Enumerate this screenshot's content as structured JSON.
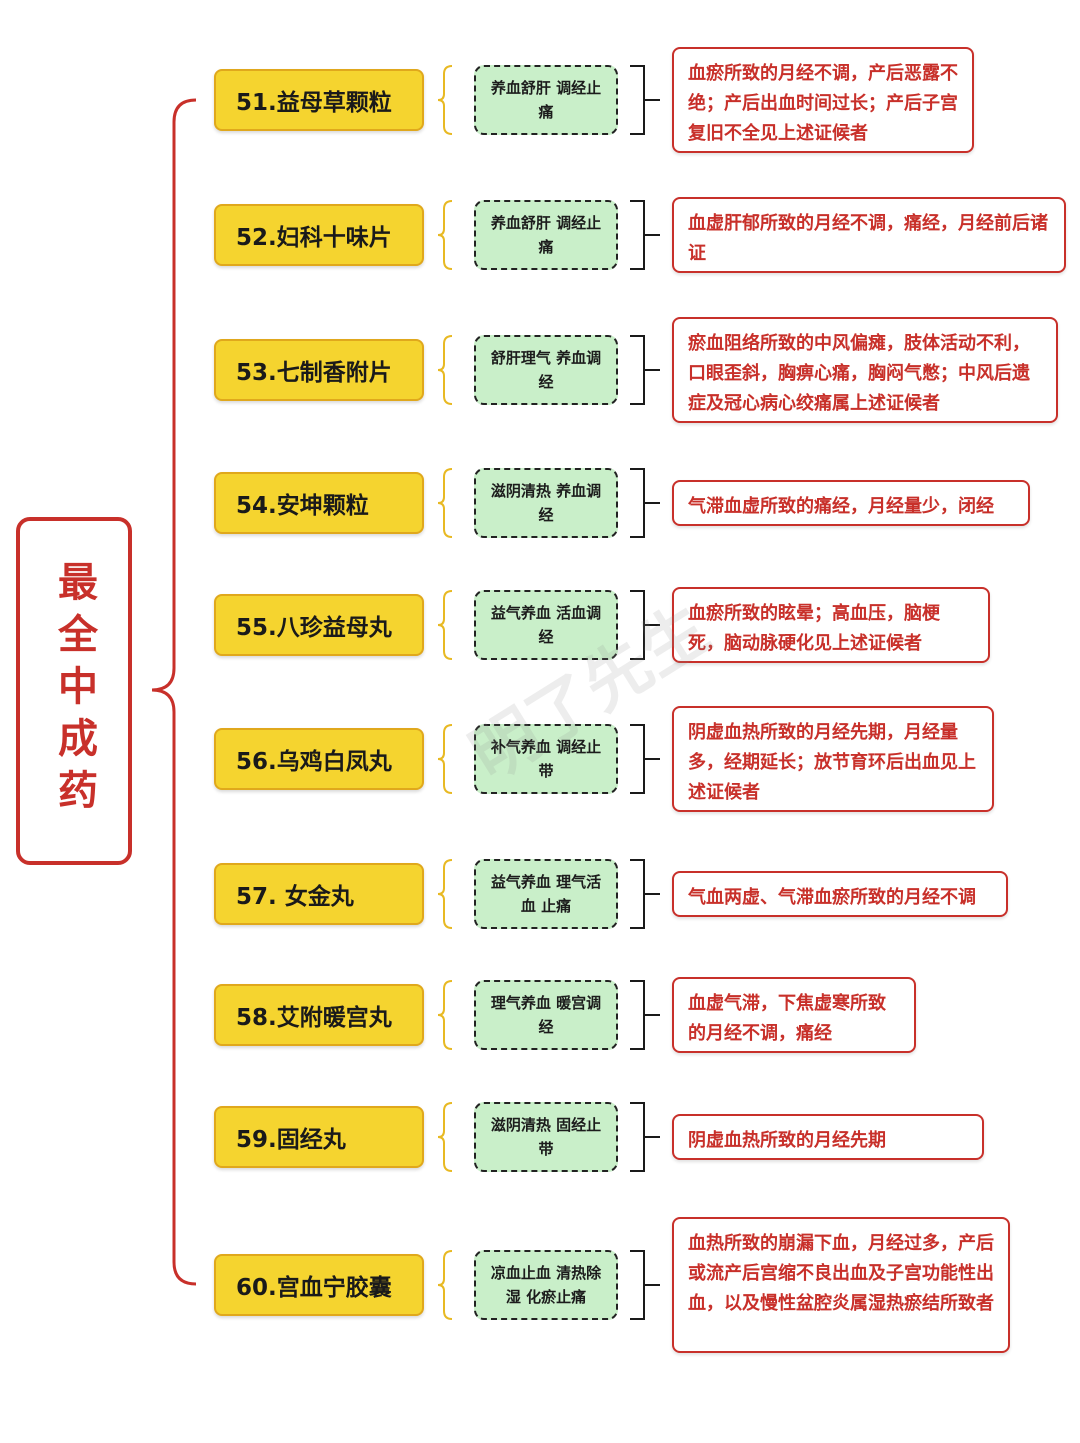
{
  "root": {
    "title": "最全中成药"
  },
  "items": [
    {
      "name": "51.益母草颗粒",
      "effect": "养血舒肝 调经止痛",
      "indication": "血瘀所致的月经不调，产后恶露不绝；产后出血时间过长；产后子宫复旧不全见上述证候者"
    },
    {
      "name": "52.妇科十味片",
      "effect": "养血舒肝 调经止痛",
      "indication": "血虚肝郁所致的月经不调，痛经，月经前后诸证"
    },
    {
      "name": "53.七制香附片",
      "effect": "舒肝理气 养血调经",
      "indication": "瘀血阻络所致的中风偏瘫，肢体活动不利，口眼歪斜，胸痹心痛，胸闷气憋；中风后遗症及冠心病心绞痛属上述证候者"
    },
    {
      "name": "54.安坤颗粒",
      "effect": "滋阴清热 养血调经",
      "indication": "气滞血虚所致的痛经，月经量少，闭经"
    },
    {
      "name": "55.八珍益母丸",
      "effect": "益气养血 活血调经",
      "indication": "血瘀所致的眩晕；高血压，脑梗死，脑动脉硬化见上述证候者"
    },
    {
      "name": "56.乌鸡白凤丸",
      "effect": "补气养血 调经止带",
      "indication": "阴虚血热所致的月经先期，月经量多，经期延长；放节育环后出血见上述证候者"
    },
    {
      "name": "57. 女金丸",
      "effect": "益气养血 理气活血 止痛",
      "indication": "气血两虚、气滞血瘀所致的月经不调"
    },
    {
      "name": "58.艾附暖宫丸",
      "effect": "理气养血 暖宫调经",
      "indication": "血虚气滞，下焦虚寒所致的月经不调，痛经"
    },
    {
      "name": "59.固经丸",
      "effect": "滋阴清热 固经止带",
      "indication": "阴虚血热所致的月经先期"
    },
    {
      "name": "60.宫血宁胶囊",
      "effect": "凉血止血 清热除湿 化瘀止痛",
      "indication": "血热所致的崩漏下血，月经过多，产后或流产后宫缩不良出血及子宫功能性出血，以及慢性盆腔炎属湿热瘀结所致者"
    }
  ],
  "watermark": "明了先生",
  "colors": {
    "accent_red": "#c8302a",
    "name_yellow": "#f5d42f",
    "effect_green": "#c9efc9"
  }
}
